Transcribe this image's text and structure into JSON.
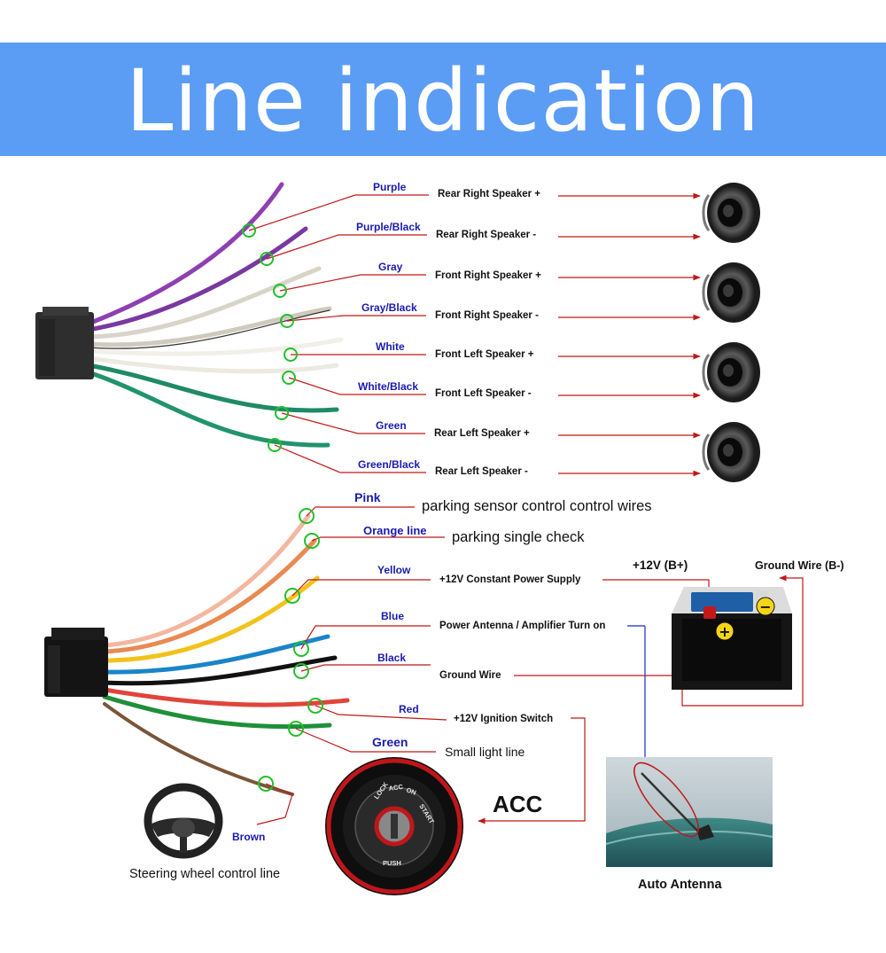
{
  "title": "Line indication",
  "speaker_wires": [
    {
      "color": "Purple",
      "function": "Rear Right Speaker +"
    },
    {
      "color": "Purple/Black",
      "function": "Rear Right Speaker -"
    },
    {
      "color": "Gray",
      "function": "Front Right Speaker +"
    },
    {
      "color": "Gray/Black",
      "function": "Front Right Speaker -"
    },
    {
      "color": "White",
      "function": "Front Left Speaker +"
    },
    {
      "color": "White/Black",
      "function": "Front Left Speaker -"
    },
    {
      "color": "Green",
      "function": "Rear Left Speaker +"
    },
    {
      "color": "Green/Black",
      "function": "Rear Left Speaker -"
    }
  ],
  "power_wires": {
    "pink": {
      "color": "Pink",
      "function": "parking sensor control control wires"
    },
    "orange": {
      "color": "Orange line",
      "function": "parking single check"
    },
    "yellow": {
      "color": "Yellow",
      "function": "+12V Constant Power Supply"
    },
    "blue": {
      "color": "Blue",
      "function": "Power Antenna / Amplifier Turn on"
    },
    "black": {
      "color": "Black",
      "function": "Ground Wire"
    },
    "red": {
      "color": "Red",
      "function": "+12V  Ignition Switch"
    },
    "green": {
      "color": "Green",
      "function": "Small light line"
    },
    "brown": {
      "color": "Brown",
      "function": "Steering wheel control line"
    }
  },
  "battery": {
    "positive_label": "+12V  (B+)",
    "ground_label": "Ground Wire (B-)"
  },
  "acc_label": "ACC",
  "antenna_label": "Auto Antenna",
  "ignition_text": {
    "lock": "LOCK",
    "acc": "ACC",
    "on": "ON",
    "start": "START",
    "push": "PUSH"
  },
  "colors": {
    "banner": "#5b9cf5",
    "wire_label": "#1a1ab0",
    "leader": "#c01818",
    "marker": "#22c02a",
    "antenna_arrow": "#1a2ad0"
  }
}
